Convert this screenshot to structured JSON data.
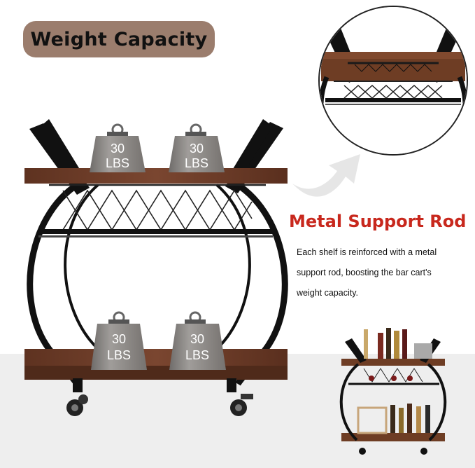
{
  "badge": {
    "title": "Weight Capacity"
  },
  "feature": {
    "heading": "Metal Support Rod",
    "description_lines": [
      "Each shelf is reinforced with a metal",
      "support rod, boosting the bar cart's",
      "weight capacity."
    ]
  },
  "weights": [
    {
      "value": "30",
      "unit": "LBS"
    },
    {
      "value": "30",
      "unit": "LBS"
    },
    {
      "value": "30",
      "unit": "LBS"
    },
    {
      "value": "30",
      "unit": "LBS"
    }
  ],
  "colors": {
    "accent": "#c8281d",
    "badge": "#9b7d6d",
    "wood": "#6e3d24",
    "frame": "#111111",
    "weight": "#8e8b88"
  }
}
